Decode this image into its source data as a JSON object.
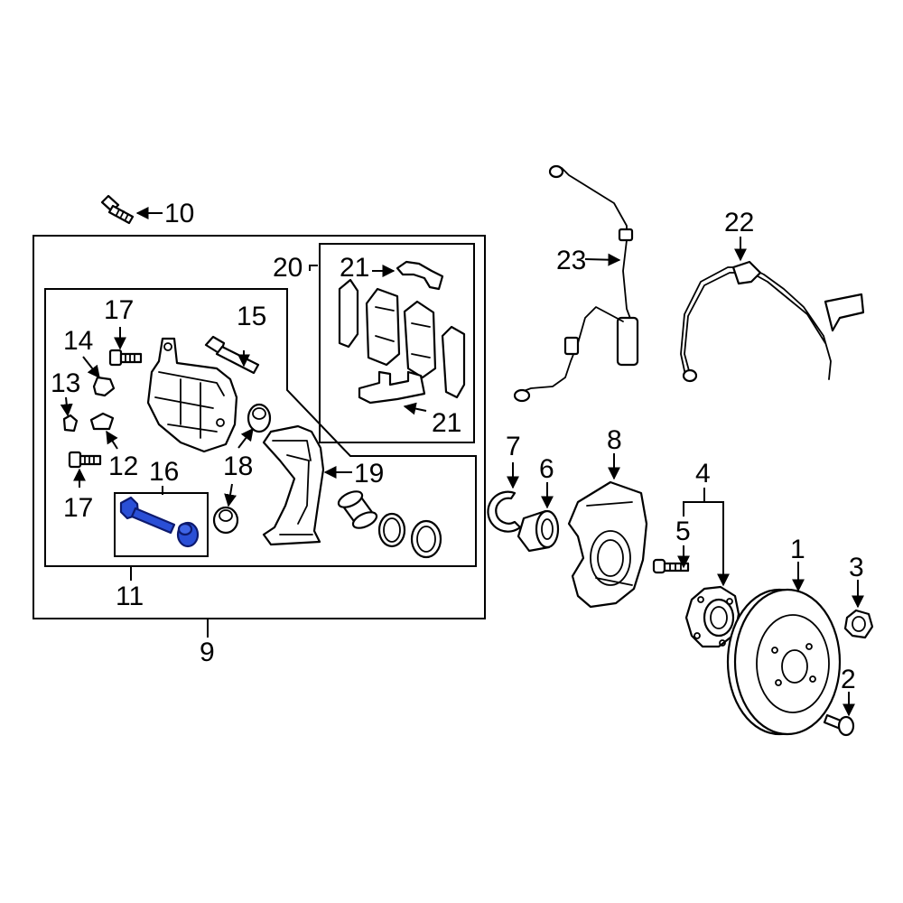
{
  "callouts": {
    "c1": "1",
    "c2": "2",
    "c3": "3",
    "c4": "4",
    "c5": "5",
    "c6": "6",
    "c7": "7",
    "c8": "8",
    "c9": "9",
    "c10": "10",
    "c11": "11",
    "c12": "12",
    "c13": "13",
    "c14": "14",
    "c15": "15",
    "c16": "16",
    "c17a": "17",
    "c17b": "17",
    "c18": "18",
    "c19": "19",
    "c20": "20",
    "c21a": "21",
    "c21b": "21",
    "c22": "22",
    "c23": "23"
  },
  "colors": {
    "highlight_fill": "#2a4fd6",
    "highlight_stroke": "#0d1a6e",
    "line": "#000000",
    "background": "#ffffff"
  }
}
